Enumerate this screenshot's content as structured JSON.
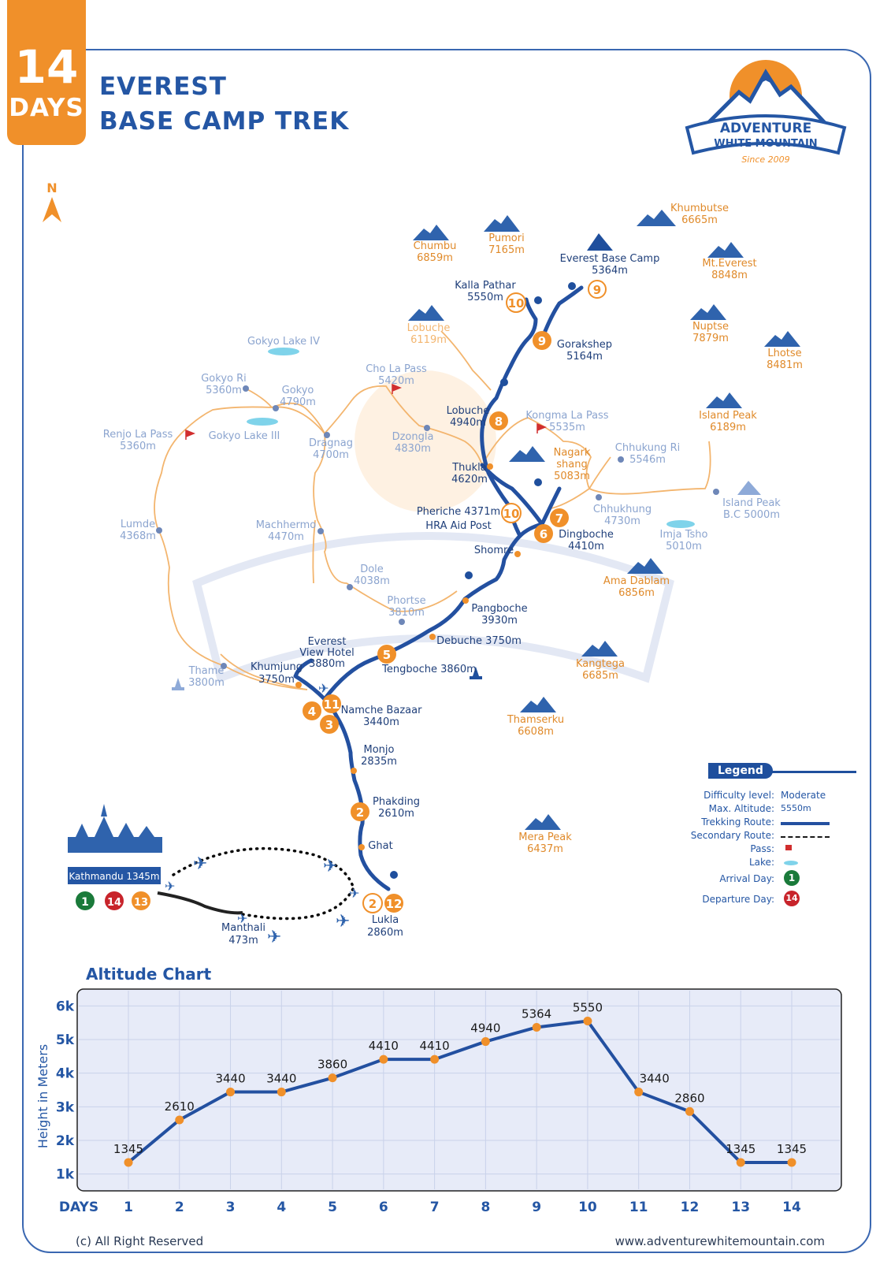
{
  "header": {
    "days_number": "14",
    "days_word": "DAYS",
    "title_line1": "EVEREST",
    "title_line2": "BASE CAMP TREK"
  },
  "logo": {
    "name_line1": "ADVENTURE",
    "name_line2": "WHITE MOUNTAIN",
    "since": "Since 2009",
    "icon": "mountain-sun-logo"
  },
  "compass": {
    "label": "N"
  },
  "map": {
    "peaks": [
      {
        "name": "Khumbutse",
        "alt": "6665m"
      },
      {
        "name": "Chumbu",
        "alt": "6859m"
      },
      {
        "name": "Pumori",
        "alt": "7165m"
      },
      {
        "name": "Mt.Everest",
        "alt": "8848m"
      },
      {
        "name": "Nuptse",
        "alt": "7879m"
      },
      {
        "name": "Lhotse",
        "alt": "8481m"
      },
      {
        "name": "Lobuche",
        "alt": "6119m"
      },
      {
        "name": "Island Peak",
        "alt": "6189m"
      },
      {
        "name": "Ama Dablam",
        "alt": "6856m"
      },
      {
        "name": "Kangtega",
        "alt": "6685m"
      },
      {
        "name": "Thamserku",
        "alt": "6608m"
      },
      {
        "name": "Mera Peak",
        "alt": "6437m"
      }
    ],
    "main_places": [
      {
        "name": "Everest Base Camp",
        "alt": "5364m"
      },
      {
        "name": "Kalla Pathar",
        "alt": "5550m"
      },
      {
        "name": "Gorakshep",
        "alt": "5164m"
      },
      {
        "name": "Lobuche",
        "alt": "4940m"
      },
      {
        "name": "Thukla",
        "alt": "4620m"
      },
      {
        "name": "Nagark",
        "alt": "shang"
      },
      {
        "name": "5083m",
        "alt": ""
      },
      {
        "name": "Pheriche 4371m",
        "alt": "HRA Aid Post"
      },
      {
        "name": "Dingboche",
        "alt": "4410m"
      },
      {
        "name": "Shomre",
        "alt": ""
      },
      {
        "name": "Pangboche",
        "alt": "3930m"
      },
      {
        "name": "Debuche 3750m",
        "alt": ""
      },
      {
        "name": "Tengboche 3860m",
        "alt": ""
      },
      {
        "name": "Everest",
        "alt": "View Hotel"
      },
      {
        "name": "3880m",
        "alt": ""
      },
      {
        "name": "Khumjung",
        "alt": "3750m"
      },
      {
        "name": "Namche Bazaar",
        "alt": "3440m"
      },
      {
        "name": "Monjo",
        "alt": "2835m"
      },
      {
        "name": "Phakding",
        "alt": "2610m"
      },
      {
        "name": "Ghat",
        "alt": ""
      },
      {
        "name": "Lukla",
        "alt": "2860m"
      },
      {
        "name": "Manthali",
        "alt": "473m"
      }
    ],
    "side_places": [
      {
        "name": "Gokyo Lake IV",
        "alt": ""
      },
      {
        "name": "Gokyo Ri",
        "alt": "5360m"
      },
      {
        "name": "Gokyo",
        "alt": "4790m"
      },
      {
        "name": "Gokyo Lake III",
        "alt": ""
      },
      {
        "name": "Renjo La Pass",
        "alt": "5360m"
      },
      {
        "name": "Dragnag",
        "alt": "4700m"
      },
      {
        "name": "Cho La Pass",
        "alt": "5420m"
      },
      {
        "name": "Dzongla",
        "alt": "4830m"
      },
      {
        "name": "Kongma La Pass",
        "alt": "5535m"
      },
      {
        "name": "Chhukung Ri",
        "alt": "5546m"
      },
      {
        "name": "Chhukhung",
        "alt": "4730m"
      },
      {
        "name": "Island Peak",
        "alt": "B.C 5000m"
      },
      {
        "name": "Imja Tsho",
        "alt": "5010m"
      },
      {
        "name": "Lumde",
        "alt": "4368m"
      },
      {
        "name": "Machhermo",
        "alt": "4470m"
      },
      {
        "name": "Dole",
        "alt": "4038m"
      },
      {
        "name": "Phortse",
        "alt": "3810m"
      },
      {
        "name": "Thame",
        "alt": "3800m"
      }
    ],
    "kathmandu_label": "Kathmandu 1345m",
    "start_badges": [
      "1",
      "14",
      "13"
    ],
    "day_markers": [
      "10",
      "9",
      "9",
      "8",
      "10",
      "7",
      "6",
      "5",
      "4",
      "11",
      "3",
      "2",
      "2",
      "12"
    ]
  },
  "legend": {
    "heading": "Legend",
    "difficulty_label": "Difficulty level:",
    "difficulty_value": "Moderate",
    "altitude_label": "Max. Altitude:",
    "altitude_value": "5550m",
    "trekking_label": "Trekking Route:",
    "secondary_label": "Secondary Route:",
    "pass_label": "Pass:",
    "lake_label": "Lake:",
    "arrival_label": "Arrival Day:",
    "arrival_value": "1",
    "departure_label": "Departure Day:",
    "departure_value": "14"
  },
  "colors": {
    "brand_blue": "#2456a4",
    "route_blue": "#2350a0",
    "orange": "#f0902a",
    "secondary_route": "#f3b56e",
    "green": "#1a7a3a",
    "red": "#c8242b",
    "chart_bg": "#e7ebf8"
  },
  "chart_data": {
    "type": "line",
    "title": "Altitude Chart",
    "xlabel": "DAYS",
    "ylabel": "Height in Meters",
    "x": [
      1,
      2,
      3,
      4,
      5,
      6,
      7,
      8,
      9,
      10,
      11,
      12,
      13,
      14
    ],
    "values": [
      1345,
      2610,
      3440,
      3440,
      3860,
      4410,
      4410,
      4940,
      5364,
      5550,
      3440,
      2860,
      1345,
      1345
    ],
    "yticks": [
      "1k",
      "2k",
      "3k",
      "4k",
      "5k",
      "6k"
    ],
    "ylim": [
      500,
      6500
    ],
    "grid": true
  },
  "footer": {
    "copyright": "(c) All Right Reserved",
    "website": "www.adventurewhitemountain.com"
  }
}
